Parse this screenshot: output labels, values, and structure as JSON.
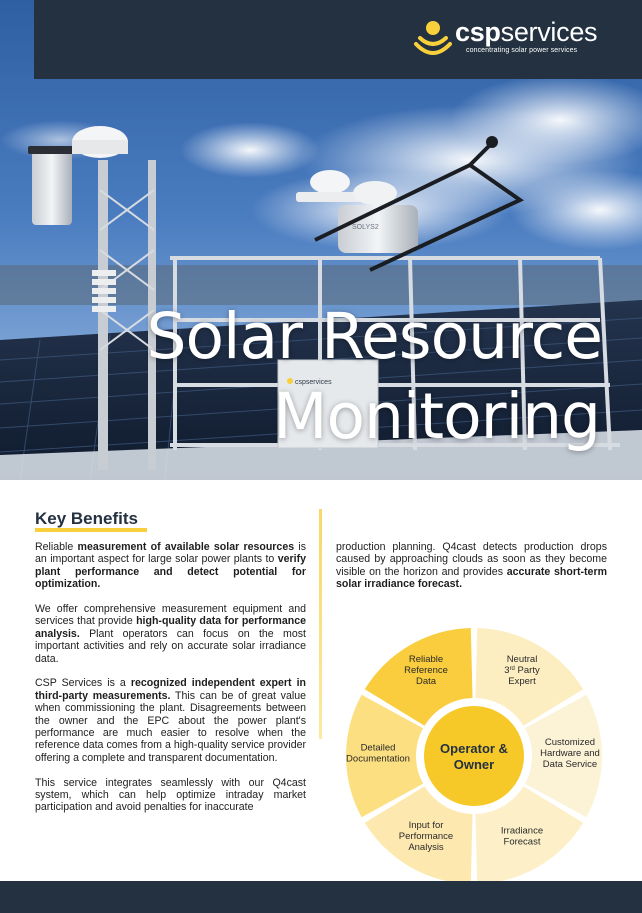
{
  "brand": {
    "name_bold": "csp",
    "name_rest": "services",
    "tagline": "concentrating solar power services",
    "sensor_label": "SOLYS2",
    "cabinet_label": "cspservices"
  },
  "hero": {
    "title_line1": "Solar Resource",
    "title_line2": "Monitoring"
  },
  "benefits": {
    "heading": "Key Benefits",
    "p1": [
      {
        "t": "Reliable ",
        "b": false
      },
      {
        "t": "measurement of available solar resources",
        "b": true
      },
      {
        "t": " is an important aspect for large solar power plants to ",
        "b": false
      },
      {
        "t": "verify plant performance and detect potential for optimization.",
        "b": true
      }
    ],
    "p2": [
      {
        "t": "We offer comprehensive measurement equipment and services that provide ",
        "b": false
      },
      {
        "t": "high-quality data for performance analysis.",
        "b": true
      },
      {
        "t": " Plant operators can focus on the most important activities and rely on accurate solar irradiance data.",
        "b": false
      }
    ],
    "p3": [
      {
        "t": "CSP Services is a ",
        "b": false
      },
      {
        "t": "recognized independent expert in third-party measurements.",
        "b": true
      },
      {
        "t": " This can be of great value when commissioning the plant. Disagreements between the owner and the EPC about the power plant's performance are much easier to resolve when the reference data comes from a high-quality service provider offering a complete and transparent documentation.",
        "b": false
      }
    ],
    "p4": [
      {
        "t": "This service integrates seamlessly with our Q4cast system, which can help optimize intraday market participation and avoid penalties for inaccurate",
        "b": false
      }
    ],
    "p4_cont": [
      {
        "t": "production planning. Q4cast detects production drops caused by approaching clouds as soon as they become visible on the horizon and provides ",
        "b": false
      },
      {
        "t": "accurate short-term solar irradiance forecast.",
        "b": true
      }
    ]
  },
  "wheel": {
    "center_line1": "Operator &",
    "center_line2": "Owner",
    "segments": [
      {
        "lines": [
          "Neutral",
          "3rd Party",
          "Expert"
        ],
        "color": "#fdeec2"
      },
      {
        "lines": [
          "Customized",
          "Hardware and",
          "Data Service"
        ],
        "color": "#fcf3d6"
      },
      {
        "lines": [
          "Irradiance",
          "Forecast"
        ],
        "color": "#fdf0c8"
      },
      {
        "lines": [
          "Input for",
          "Performance",
          "Analysis"
        ],
        "color": "#fde9b0"
      },
      {
        "lines": [
          "Detailed",
          "Documentation"
        ],
        "color": "#fcdf80"
      },
      {
        "lines": [
          "Reliable",
          "Reference",
          "Data"
        ],
        "color": "#f9cd3d"
      }
    ]
  },
  "colors": {
    "navy": "#233140",
    "accent": "#f8d03b",
    "center": "#f7c928"
  }
}
